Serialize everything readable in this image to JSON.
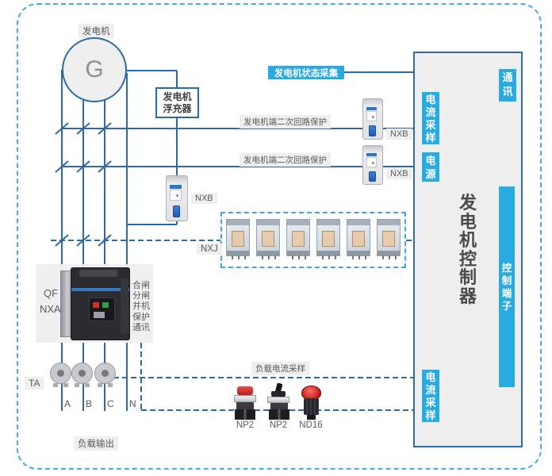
{
  "colors": {
    "wire_blue": "#2D6CA2",
    "outer_border_dashed": "#45ACDF",
    "accent_blue": "#29ABE2",
    "label_bg": "#EFEFEF",
    "label_text": "#595959"
  },
  "generator": {
    "label": "发电机",
    "symbol": "G"
  },
  "float_charger": {
    "line1": "发电机",
    "line2": "浮充器"
  },
  "status_collection_label": "发电机状态采集",
  "secondary_protection_labels": [
    "发电机端二次回路保护",
    "发电机端二次回路保护"
  ],
  "mcb_labels": [
    "NXB",
    "NXB",
    "NXB"
  ],
  "relay_group_label": "NXJ",
  "main_breaker": {
    "ref": "QF",
    "model": "NXA",
    "functions": [
      "合闸",
      "分闸",
      "并机",
      "保护",
      "通讯"
    ]
  },
  "ct_label": "TA",
  "phase_labels": [
    "A",
    "B",
    "C",
    "N"
  ],
  "load_current_sampling_label": "负载电流采样",
  "device_labels": [
    "NP2",
    "NP2",
    "ND16"
  ],
  "load_output_label": "负载输出",
  "controller": {
    "title": "发电机控制器",
    "port_comm": "通讯",
    "port_current_top": "电流采样",
    "port_power": "电源",
    "port_current_bottom": "电流采样",
    "terminal_bar": "控制端子"
  },
  "icons": {
    "generator": "generator-circle-G",
    "mcb": "miniature-circuit-breaker",
    "relay": "plug-in-relay",
    "air_breaker": "air-circuit-breaker",
    "current_transformer": "toroid-ct",
    "pushbutton": "red-pushbutton",
    "selector": "selector-switch",
    "indicator": "pilot-light"
  }
}
